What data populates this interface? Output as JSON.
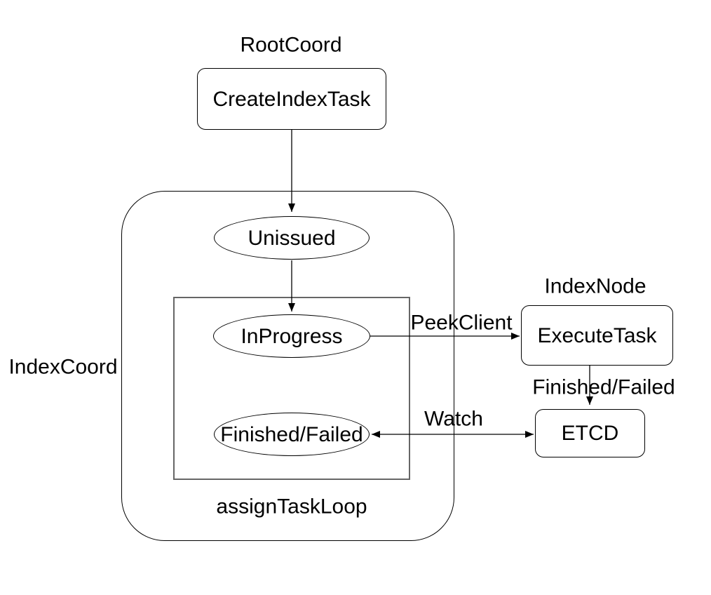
{
  "diagram": {
    "colors": {
      "background": "#ffffff",
      "stroke": "#000000",
      "text": "#000000",
      "loop_box_stroke": "#666666"
    },
    "section_labels": [
      {
        "id": "root-coord",
        "label": "RootCoord"
      },
      {
        "id": "index-node",
        "label": "IndexNode"
      }
    ],
    "groups": [
      {
        "id": "index-coord",
        "label": "IndexCoord",
        "shape": "rounded-rectangle"
      },
      {
        "id": "assign-task-loop",
        "label": "assignTaskLoop",
        "shape": "rectangle"
      }
    ],
    "nodes": [
      {
        "id": "create-index-task",
        "label": "CreateIndexTask",
        "shape": "rounded-rectangle"
      },
      {
        "id": "unissued",
        "label": "Unissued",
        "shape": "ellipse"
      },
      {
        "id": "in-progress",
        "label": "InProgress",
        "shape": "ellipse"
      },
      {
        "id": "finished-failed",
        "label": "Finished/Failed",
        "shape": "ellipse"
      },
      {
        "id": "execute-task",
        "label": "ExecuteTask",
        "shape": "rounded-rectangle"
      },
      {
        "id": "etcd",
        "label": "ETCD",
        "shape": "rounded-rectangle"
      }
    ],
    "edges": [
      {
        "from": "CreateIndexTask",
        "to": "Unissued",
        "label": "",
        "direction": "down"
      },
      {
        "from": "Unissued",
        "to": "InProgress",
        "label": "",
        "direction": "down"
      },
      {
        "from": "InProgress",
        "to": "ExecuteTask",
        "label": "PeekClient",
        "direction": "right"
      },
      {
        "from": "ExecuteTask",
        "to": "ETCD",
        "label": "Finished/Failed",
        "direction": "down"
      },
      {
        "from": "ETCD",
        "to": "Finished/Failed",
        "label": "Watch",
        "direction": "both"
      }
    ]
  }
}
